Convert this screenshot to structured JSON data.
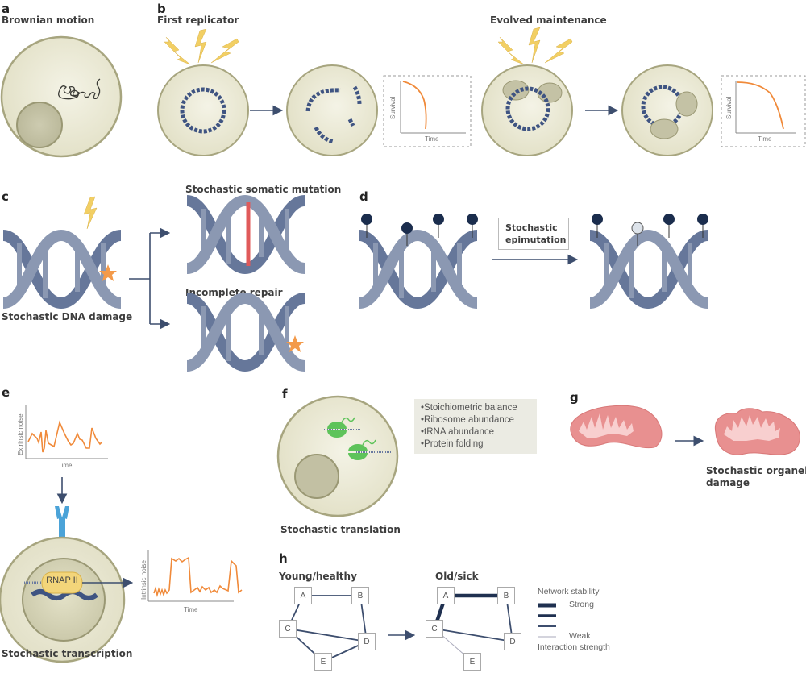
{
  "colors": {
    "cell_fill": "#e8e6d2",
    "cell_stroke": "#a7a57f",
    "nucleus_fill": "#c2c0a3",
    "dna_blue": "#3f5482",
    "helix_light": "#8b98b2",
    "helix_dark": "#66779a",
    "lightning": "#f2cf64",
    "curve_orange": "#f08a3a",
    "mutation_red": "#e05a5a",
    "star_orange": "#f39a4a",
    "arrow": "#3d4e6e",
    "methyl_dark": "#1b2d4d",
    "methyl_light": "#dde3ea",
    "ribosome_green": "#5ec35a",
    "receptor_blue": "#4ba3d8",
    "rnap_yellow": "#f3d57a",
    "mito_outer": "#e89090",
    "mito_inner": "#f8cfcf",
    "network_dark": "#1f3050"
  },
  "panels": {
    "a": {
      "letter": "a",
      "title": "Brownian motion"
    },
    "b": {
      "letter": "b",
      "first_title": "First replicator",
      "evolved_title": "Evolved maintenance",
      "chart1": {
        "ylabel": "Survival",
        "xlabel": "Time"
      },
      "chart2": {
        "ylabel": "Survival",
        "xlabel": "Time"
      }
    },
    "c": {
      "letter": "c",
      "damage_label": "Stochastic DNA damage",
      "mutation_label": "Stochastic somatic mutation",
      "repair_label": "Incomplete repair"
    },
    "d": {
      "letter": "d",
      "callout_line1": "Stochastic",
      "callout_line2": "epimutation"
    },
    "e": {
      "letter": "e",
      "extrinsic_ylabel": "Extrinsic noise",
      "extrinsic_xlabel": "Time",
      "intrinsic_ylabel": "Intrinsic noise",
      "intrinsic_xlabel": "Time",
      "rnap_label": "RNAP II",
      "caption": "Stochastic transcription"
    },
    "f": {
      "letter": "f",
      "caption": "Stochastic translation",
      "bullets": [
        "Stoichiometric balance",
        "Ribosome abundance",
        "tRNA abundance",
        "Protein folding"
      ]
    },
    "g": {
      "letter": "g",
      "caption_line1": "Stochastic organelle",
      "caption_line2": "damage"
    },
    "h": {
      "letter": "h",
      "young_title": "Young/healthy",
      "old_title": "Old/sick",
      "nodes": [
        "A",
        "B",
        "C",
        "D",
        "E"
      ],
      "legend_title": "Network stability",
      "legend_strong": "Strong",
      "legend_weak": "Weak",
      "legend_footer": "Interaction strength",
      "young_edges": [
        {
          "from": "A",
          "to": "B",
          "strength": 2
        },
        {
          "from": "A",
          "to": "C",
          "strength": 2
        },
        {
          "from": "B",
          "to": "D",
          "strength": 2
        },
        {
          "from": "C",
          "to": "D",
          "strength": 2
        },
        {
          "from": "C",
          "to": "E",
          "strength": 2
        },
        {
          "from": "D",
          "to": "E",
          "strength": 2
        }
      ],
      "old_edges": [
        {
          "from": "A",
          "to": "B",
          "strength": 4
        },
        {
          "from": "A",
          "to": "C",
          "strength": 4
        },
        {
          "from": "B",
          "to": "D",
          "strength": 2
        },
        {
          "from": "C",
          "to": "D",
          "strength": 2
        },
        {
          "from": "C",
          "to": "E",
          "strength": 1
        }
      ]
    }
  }
}
